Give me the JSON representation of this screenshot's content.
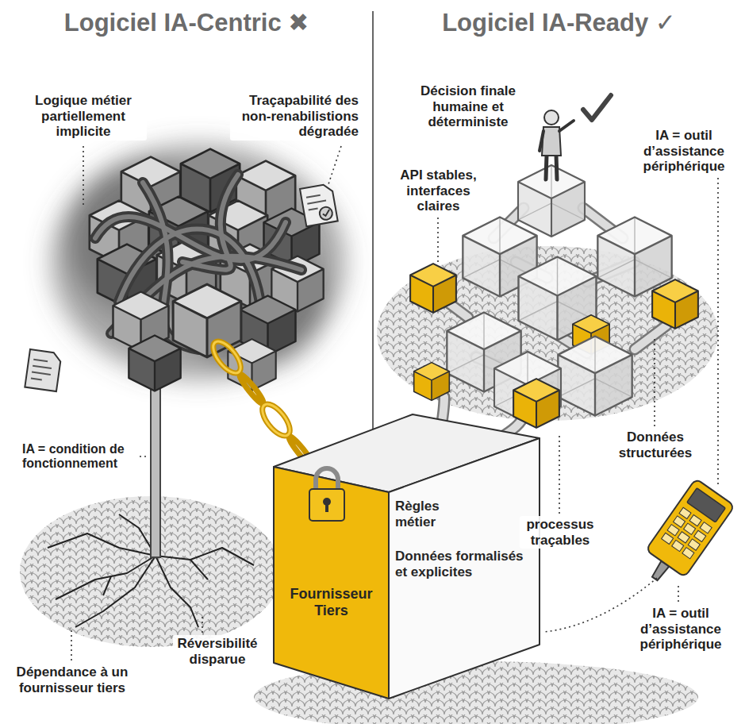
{
  "diagram": {
    "nodes": [
      {
        "text": [
          "Fournisseur Tiers"
        ]
      },
      {
        "text": [
          "Règles métier",
          "Données formalisés et explicites"
        ]
      }
    ],
    "labels": [
      "Logiciel IA-Centric ✖",
      "Logiciel IA-Ready ✓",
      "Logique métier partiellement implicite",
      "Traçapabilité des non-renabilistions dégradée",
      "Décision finale humaine et déterministe",
      "API stables, interfaces claires",
      "IA = outil d’assistance périphérique",
      "IA = condition de fonctionnement",
      "Données structurées",
      "processus traçables",
      "IA = outil d’assistance périphérique",
      "Dépendance à un fournisseur tiers",
      "Réversibilité disparue"
    ]
  }
}
